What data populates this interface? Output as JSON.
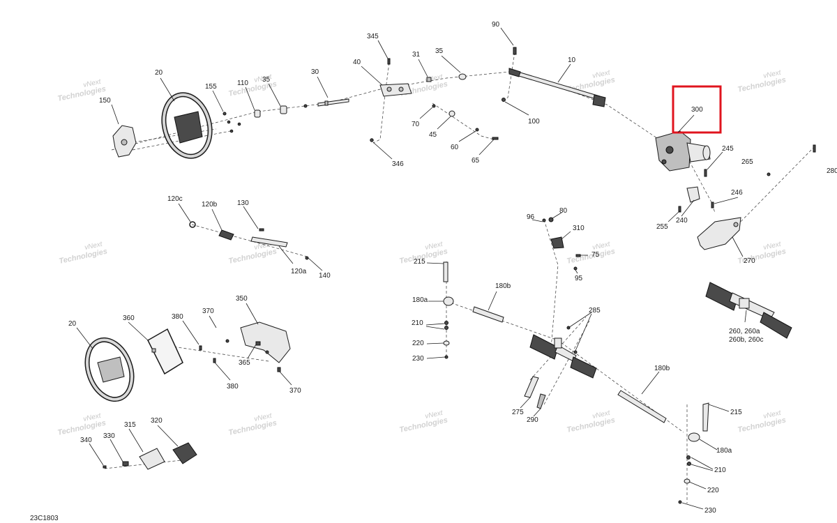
{
  "diagram_code": "23C1803",
  "watermark": {
    "line1": "vNext",
    "line2": "Technologies"
  },
  "highlight_color": "#e0141e",
  "callouts": [
    "20",
    "150",
    "155",
    "110",
    "35",
    "30",
    "40",
    "345",
    "31",
    "35",
    "90",
    "10",
    "100",
    "70",
    "45",
    "60",
    "65",
    "346",
    "300",
    "245",
    "265",
    "280",
    "246",
    "255",
    "240",
    "270",
    "120c",
    "120b",
    "130",
    "120a",
    "140",
    "80",
    "96",
    "310",
    "75",
    "95",
    "215",
    "180b",
    "180a",
    "210",
    "220",
    "230",
    "285",
    "260, 260a",
    "260b, 260c",
    "275",
    "290",
    "180b",
    "215",
    "180a",
    "210",
    "220",
    "230",
    "20",
    "360",
    "380",
    "370",
    "350",
    "365",
    "380",
    "370",
    "315",
    "320",
    "340",
    "330"
  ]
}
